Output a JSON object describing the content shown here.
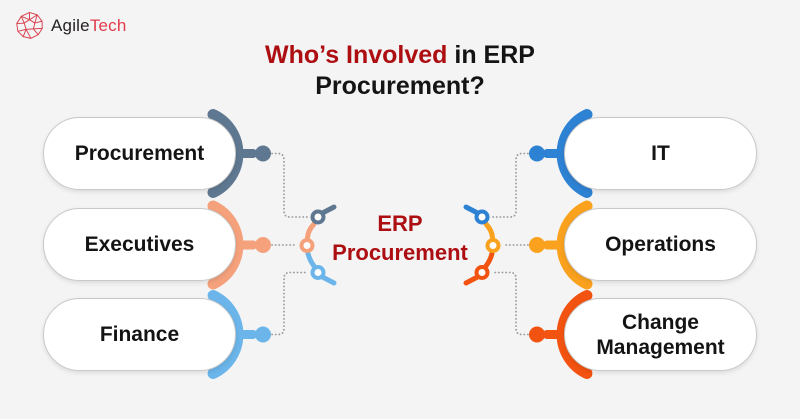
{
  "logo": {
    "brand_first": "Agile",
    "brand_second": "Tech",
    "brand_first_color": "#231f20",
    "brand_second_color": "#e23b4c",
    "icon": "polyhedron-wireframe-icon",
    "icon_color": "#d8414f"
  },
  "title": {
    "highlight": "Who’s Involved",
    "rest_line1": " in ERP",
    "line2": "Procurement?",
    "highlight_color": "#ad0e12",
    "text_color": "#141414"
  },
  "center": {
    "line1": "ERP",
    "line2": "Procurement",
    "color": "#ad0e12"
  },
  "left_items": [
    {
      "label": "Procurement",
      "accent": "#5f7891"
    },
    {
      "label": "Executives",
      "accent": "#f5a17c"
    },
    {
      "label": "Finance",
      "accent": "#6bb5ea"
    }
  ],
  "right_items": [
    {
      "label": "IT",
      "accent": "#2e82d4"
    },
    {
      "label": "Operations",
      "accent": "#faa21e"
    },
    {
      "label": "Change Management",
      "accent": "#f35310"
    }
  ],
  "connectors": {
    "dotted_color": "#9d9d9d",
    "node_fill": "#fdfdfd",
    "background": "#f4f4f4",
    "pill_border": "#c9c9c9"
  }
}
